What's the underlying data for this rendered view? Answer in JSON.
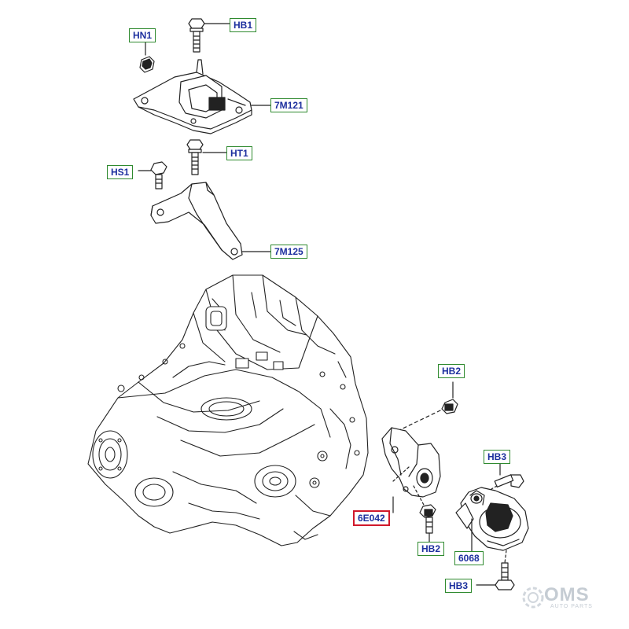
{
  "callouts": {
    "hn1": "HN1",
    "hb1": "HB1",
    "m7121": "7M121",
    "ht1": "HT1",
    "hs1": "HS1",
    "m7125": "7M125",
    "hb2_top": "HB2",
    "hb3_top": "HB3",
    "e6042": "6E042",
    "m6068": "6068",
    "hb2_bottom": "HB2",
    "hb3_bottom": "HB3"
  },
  "watermark": {
    "text": "OMS",
    "subtext": "AUTO PARTS"
  },
  "colors": {
    "label_border": "#2f8a2f",
    "label_text": "#1c2f9e",
    "highlight_border": "#d1182b",
    "line": "#222222"
  }
}
